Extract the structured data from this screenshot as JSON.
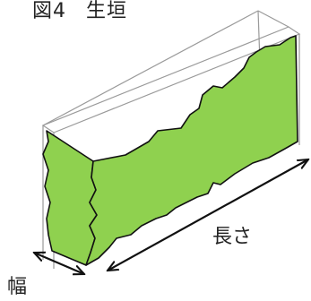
{
  "figure": {
    "number": "図4",
    "name": "生垣"
  },
  "labels": {
    "length": "長さ",
    "width": "幅"
  },
  "colors": {
    "hedge_fill": "#8fd14f",
    "outline": "#111111",
    "box_edge": "#9a9a9a",
    "text": "#222222"
  },
  "icons": {
    "length_arrow": "double-headed-arrow",
    "width_arrow": "double-headed-arrow"
  }
}
